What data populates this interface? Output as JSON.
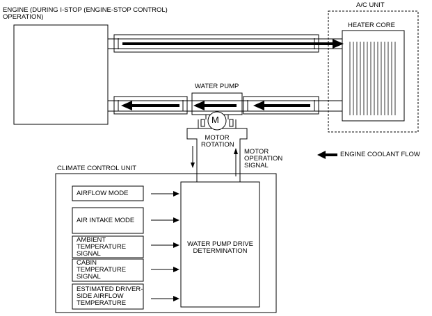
{
  "labels": {
    "engine": "ENGINE (DURING I-STOP (ENGINE-STOP CONTROL)\nOPERATION)",
    "ac_unit": "A/C UNIT",
    "heater_core": "HEATER CORE",
    "water_pump": "WATER PUMP",
    "motor_symbol": "M",
    "motor_rotation": "MOTOR\nROTATION",
    "motor_operation_signal": "MOTOR\nOPERATION\nSIGNAL",
    "engine_coolant_flow": "ENGINE COOLANT FLOW",
    "climate_control_unit": "CLIMATE CONTROL UNIT",
    "water_pump_drive_determination": "WATER PUMP DRIVE\nDETERMINATION"
  },
  "inputs": [
    "AIRFLOW MODE",
    "AIR INTAKE MODE",
    "AMBIENT\nTEMPERATURE\nSIGNAL",
    "CABIN\nTEMPERATURE\nSIGNAL",
    "ESTIMATED DRIVER-\nSIDE AIRFLOW\nTEMPERATURE"
  ]
}
